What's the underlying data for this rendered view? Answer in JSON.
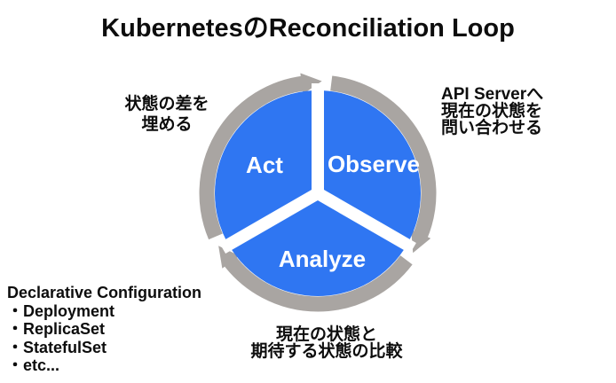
{
  "title": "KubernetesのReconciliation Loop",
  "diagram": {
    "name": "reconciliation-cycle",
    "segments": [
      {
        "label": "Act"
      },
      {
        "label": "Observe"
      },
      {
        "label": "Analyze"
      }
    ],
    "colors": {
      "segment_fill": "#2F76F2",
      "ring_gray": "#A9A5A2",
      "label_text": "#FFFFFF"
    }
  },
  "annotations": {
    "act": {
      "lines": [
        "状態の差を",
        "埋める"
      ]
    },
    "observe": {
      "lines": [
        "API Serverへ",
        "現在の状態を",
        "問い合わせる"
      ]
    },
    "analyze": {
      "lines": [
        "現在の状態と",
        "期待する状態の比較"
      ]
    },
    "declarative": {
      "heading": "Declarative Configuration",
      "items": [
        "・Deployment",
        "・ReplicaSet",
        "・StatefulSet",
        "・etc..."
      ]
    }
  }
}
